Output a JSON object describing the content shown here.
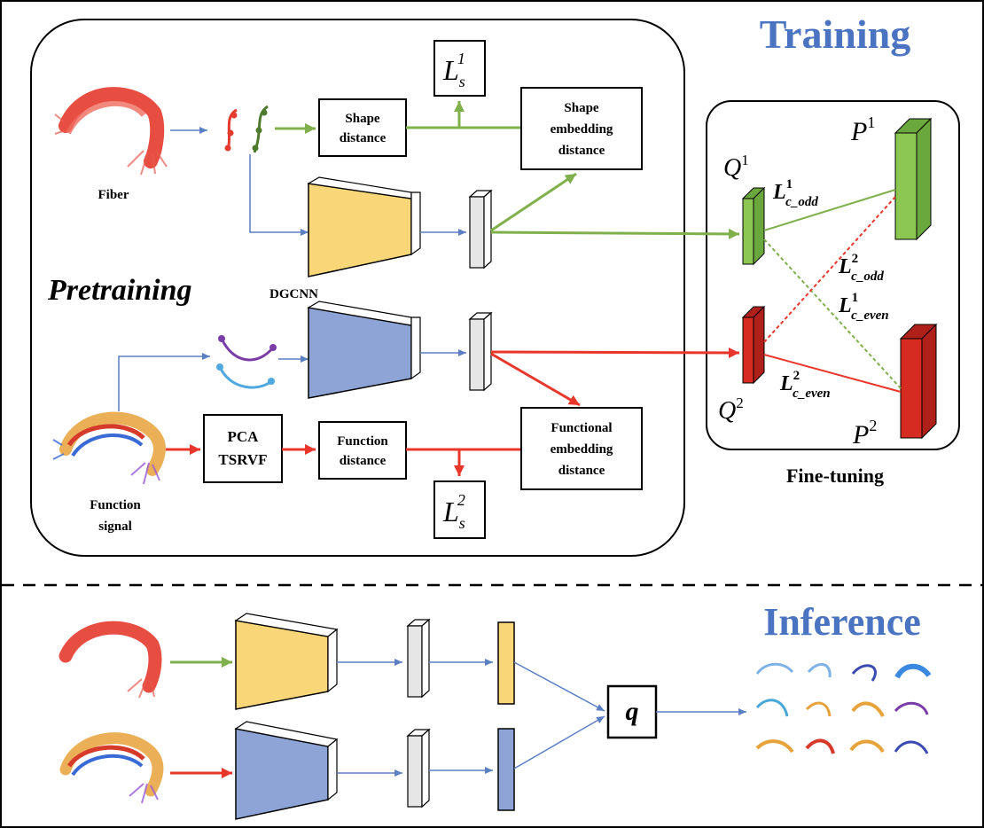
{
  "colors": {
    "green": "#7fb04b",
    "red": "#e8372a",
    "blue_line": "#5b7fc4",
    "yellow": "#f9d779",
    "blue_box": "#8fa4d6",
    "title_blue": "#4a73c2",
    "green_block": "#8cc653",
    "red_block": "#d52b20"
  },
  "sections": {
    "training": "Training",
    "inference": "Inference",
    "pretraining": "Pretraining",
    "finetuning": "Fine-tuning"
  },
  "labels": {
    "fiber": "Fiber",
    "function_signal_1": "Function",
    "function_signal_2": "signal",
    "dgcnn": "DGCNN",
    "shape_distance_1": "Shape",
    "shape_distance_2": "distance",
    "shape_embed_1": "Shape",
    "shape_embed_2": "embedding",
    "shape_embed_3": "distance",
    "pca": "PCA",
    "tsrvf": "TSRVF",
    "function_distance_1": "Function",
    "function_distance_2": "distance",
    "func_embed_1": "Functional",
    "func_embed_2": "embedding",
    "func_embed_3": "distance",
    "q_symbol": "q"
  },
  "math": {
    "ls1_base": "L",
    "ls1_sub": "s",
    "ls1_sup": "1",
    "ls2_base": "L",
    "ls2_sub": "s",
    "ls2_sup": "2",
    "q1_base": "Q",
    "q1_sup": "1",
    "q2_base": "Q",
    "q2_sup": "2",
    "p1_base": "P",
    "p1_sup": "1",
    "p2_base": "P",
    "p2_sup": "2",
    "lc_odd1_base": "L",
    "lc_odd1_sub": "c_odd",
    "lc_odd1_sup": "1",
    "lc_odd2_base": "L",
    "lc_odd2_sub": "c_odd",
    "lc_odd2_sup": "2",
    "lc_even1_base": "L",
    "lc_even1_sub": "c_even",
    "lc_even1_sup": "1",
    "lc_even2_base": "L",
    "lc_even2_sub": "c_even",
    "lc_even2_sup": "2"
  },
  "icons": {
    "fiber_bundle": "fiber-bundle-icon",
    "function_bundle": "function-bundle-icon",
    "retrieved_clusters": "retrieved-fiber-clusters-icon"
  }
}
